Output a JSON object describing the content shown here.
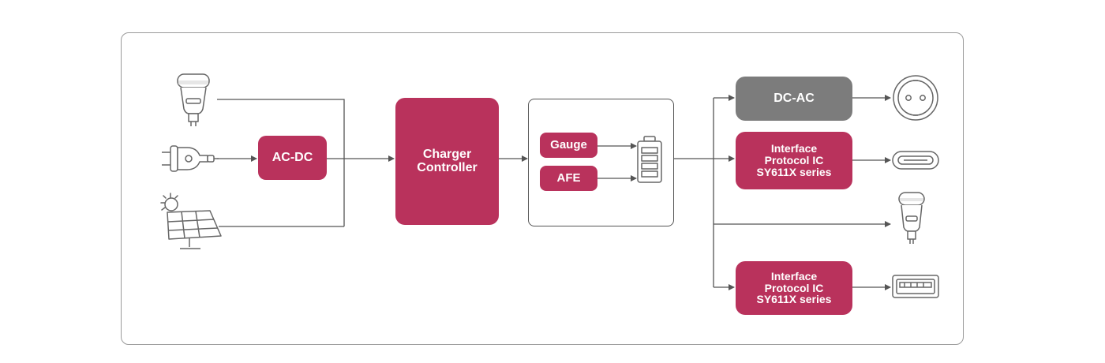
{
  "blocks": {
    "acdc": "AC-DC",
    "charger": "Charger\nController",
    "gauge": "Gauge",
    "afe": "AFE",
    "dcac": "DC-AC",
    "interface_top": "Interface\nProtocol IC\nSY611X series",
    "interface_bottom": "Interface\nProtocol IC\nSY611X series"
  },
  "icons": {
    "inputs": [
      "car-charger-icon",
      "ac-plug-icon",
      "solar-panel-icon"
    ],
    "battery": "battery-icon",
    "outputs": [
      "ac-outlet-icon",
      "usb-c-port-icon",
      "car-charger-icon",
      "usb-a-port-icon"
    ]
  },
  "colors": {
    "block": "#b9325c",
    "dcac_block": "#7c7c7c",
    "line": "#555555",
    "frame": "#9a9a9a"
  }
}
